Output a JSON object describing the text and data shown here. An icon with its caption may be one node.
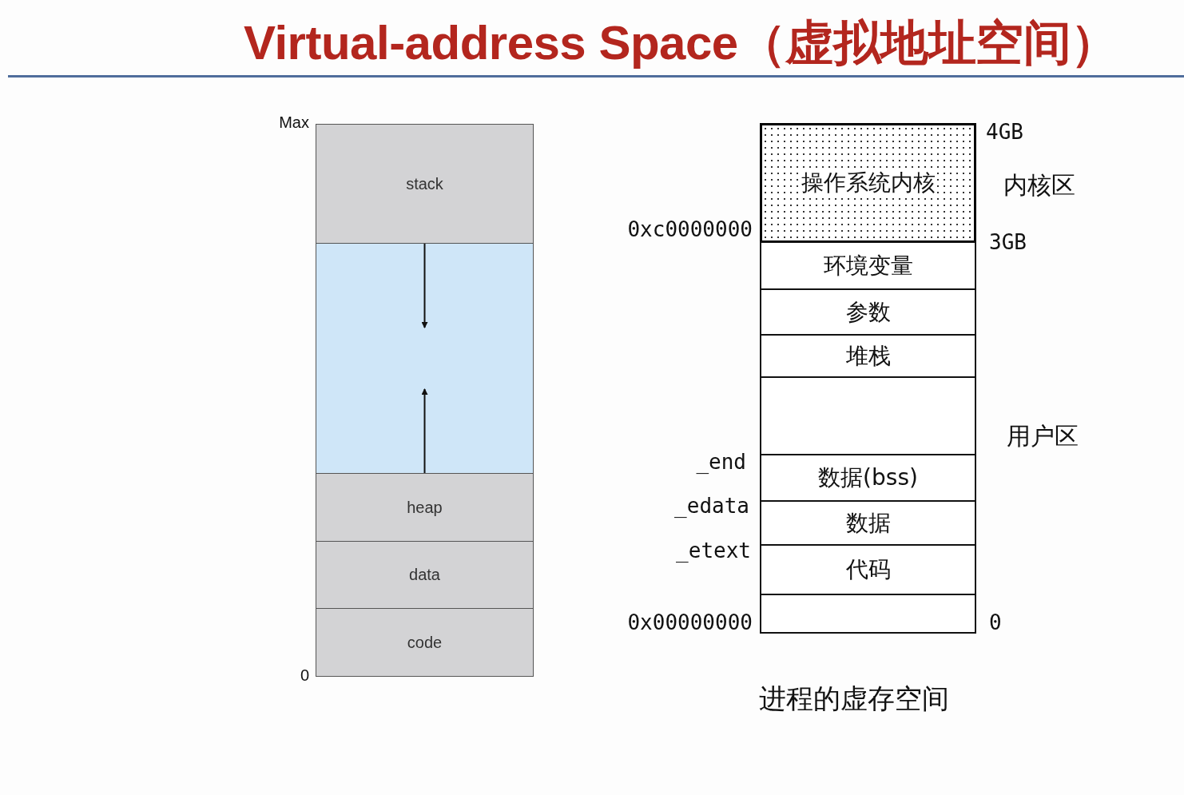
{
  "diagram": {
    "title": "Virtual-address Space（虚拟地址空间）",
    "nodes": [
      {
        "text": [
          "stack"
        ]
      },
      {
        "text": [],
        "shape": "box"
      },
      {
        "text": [
          "heap"
        ]
      },
      {
        "text": [
          "data"
        ]
      },
      {
        "text": [
          "code"
        ]
      },
      {
        "text": [
          "操作系统内核"
        ]
      },
      {
        "text": [
          "环境变量"
        ]
      },
      {
        "text": [
          "参数"
        ]
      },
      {
        "text": [
          "堆栈"
        ]
      },
      {
        "text": [],
        "shape": "box"
      },
      {
        "text": [
          "数据(bss)"
        ]
      },
      {
        "text": [
          "数据"
        ]
      },
      {
        "text": [
          "代码"
        ]
      },
      {
        "text": [],
        "shape": "box"
      }
    ],
    "edges": [
      {
        "from": 0,
        "to": 1,
        "arrow": "to"
      },
      {
        "from": 2,
        "to": 1,
        "arrow": "to"
      }
    ],
    "labels": [
      "Max",
      "0",
      "4GB",
      "内核区",
      "0xc0000000",
      "3GB",
      "用户区",
      "_end",
      "_edata",
      "_etext",
      "0x00000000",
      "0"
    ],
    "caption": "进程的虚存空间"
  }
}
